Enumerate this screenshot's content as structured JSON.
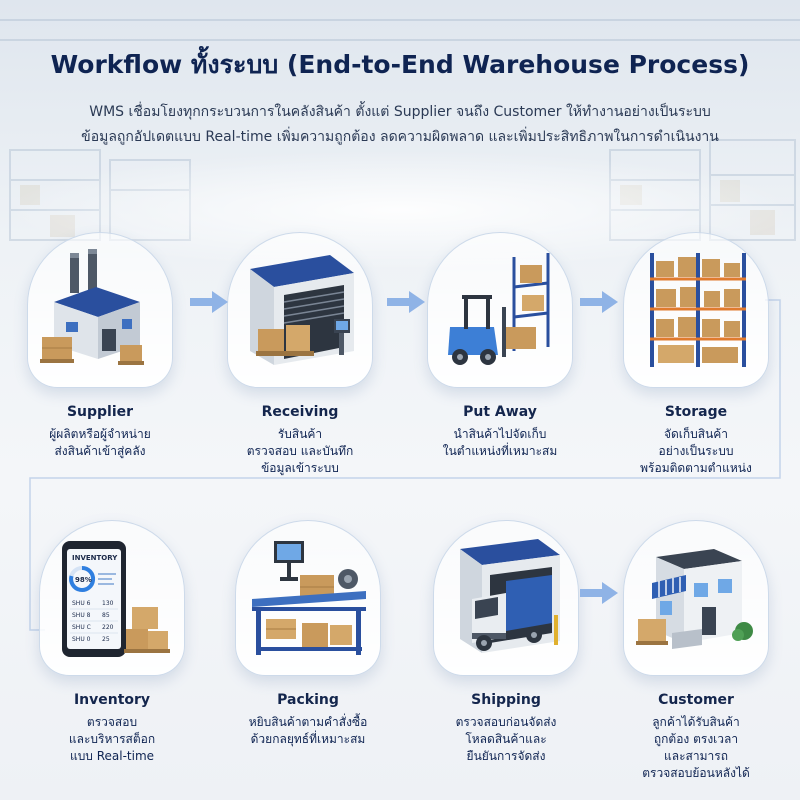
{
  "header": {
    "title": "Workflow ทั้งระบบ (End-to-End Warehouse Process)",
    "subtitle_line1": "WMS เชื่อมโยงทุกกระบวนการในคลังสินค้า ตั้งแต่ Supplier จนถึง Customer ให้ทำงานอย่างเป็นระบบ",
    "subtitle_line2": "ข้อมูลถูกอัปเดตแบบ Real-time เพิ่มความถูกต้อง ลดความผิดพลาด และเพิ่มประสิทธิภาพในการดำเนินงาน"
  },
  "steps": [
    {
      "label": "Supplier",
      "desc": [
        "ผู้ผลิตหรือผู้จำหน่าย",
        "ส่งสินค้าเข้าสู่คลัง"
      ],
      "icon": "factory-icon"
    },
    {
      "label": "Receiving",
      "desc": [
        "รับสินค้า",
        "ตรวจสอบ และบันทึก",
        "ข้อมูลเข้าระบบ"
      ],
      "icon": "loading-dock-icon"
    },
    {
      "label": "Put Away",
      "desc": [
        "นำสินค้าไปจัดเก็บ",
        "ในตำแหน่งที่เหมาะสม"
      ],
      "icon": "forklift-icon"
    },
    {
      "label": "Storage",
      "desc": [
        "จัดเก็บสินค้า",
        "อย่างเป็นระบบ",
        "พร้อมติดตามตำแหน่ง"
      ],
      "icon": "shelving-icon"
    },
    {
      "label": "Inventory",
      "desc": [
        "ตรวจสอบ",
        "และบริหารสต็อก",
        "แบบ Real-time"
      ],
      "icon": "tablet-inventory-icon"
    },
    {
      "label": "Packing",
      "desc": [
        "หยิบสินค้าตามคำสั่งซื้อ",
        "ด้วยกลยุทธ์ที่เหมาะสม"
      ],
      "icon": "packing-station-icon"
    },
    {
      "label": "Shipping",
      "desc": [
        "ตรวจสอบก่อนจัดส่ง",
        "โหลดสินค้าและ",
        "ยืนยันการจัดส่ง"
      ],
      "icon": "truck-icon"
    },
    {
      "label": "Customer",
      "desc": [
        "ลูกค้าได้รับสินค้า",
        "ถูกต้อง ตรงเวลา",
        "และสามารถ",
        "ตรวจสอบย้อนหลังได้"
      ],
      "icon": "shop-icon"
    }
  ],
  "tablet": {
    "title": "INVENTORY",
    "percent": "98%",
    "rows": [
      {
        "sku": "SHU 6",
        "qty": "130"
      },
      {
        "sku": "SHU 8",
        "qty": "85"
      },
      {
        "sku": "SHU C",
        "qty": "220"
      },
      {
        "sku": "SHU 0",
        "qty": "25"
      }
    ]
  },
  "colors": {
    "accent": "#2f5fb3",
    "title": "#0f2452",
    "arrow": "#8fb3e6",
    "connector": "#b9cce6"
  }
}
